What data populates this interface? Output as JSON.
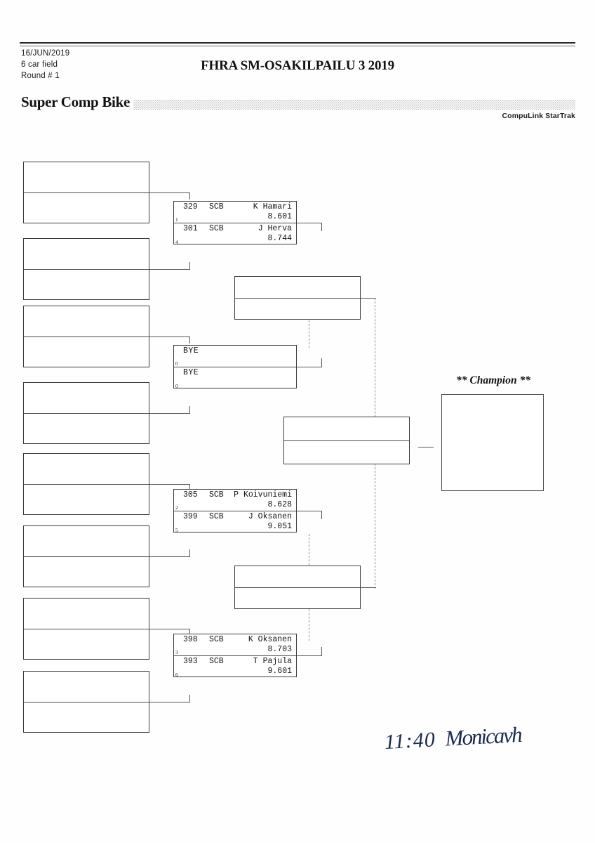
{
  "header": {
    "date": "16/JUN/2019",
    "field": "6 car field",
    "round": "Round # 1",
    "event_title": "FHRA SM-OSAKILPAILU 3 2019",
    "class_title": "Super Comp Bike",
    "vendor": "CompuLink StarTrak"
  },
  "champion": {
    "label": "** Champion **",
    "winner": ""
  },
  "handwriting": {
    "time": "11:40",
    "signature": "Monicavh"
  },
  "results": [
    {
      "id": "pair-1",
      "top": {
        "car": "329",
        "class": "SCB",
        "name": "K Hamari",
        "et": "8.601",
        "lane": "1"
      },
      "bottom": {
        "car": "301",
        "class": "SCB",
        "name": "J Herva",
        "et": "8.744",
        "lane": "4"
      }
    },
    {
      "id": "pair-bye",
      "top": {
        "car": "",
        "class": "",
        "name": "BYE",
        "et": "",
        "lane": "0"
      },
      "bottom": {
        "car": "",
        "class": "",
        "name": "BYE",
        "et": "",
        "lane": "0"
      }
    },
    {
      "id": "pair-2",
      "top": {
        "car": "305",
        "class": "SCB",
        "name": "P Koivuniemi",
        "et": "8.628",
        "lane": "2"
      },
      "bottom": {
        "car": "399",
        "class": "SCB",
        "name": "J Oksanen",
        "et": "9.051",
        "lane": "5"
      }
    },
    {
      "id": "pair-3",
      "top": {
        "car": "398",
        "class": "SCB",
        "name": "K Oksanen",
        "et": "8.703",
        "lane": "3"
      },
      "bottom": {
        "car": "393",
        "class": "SCB",
        "name": "T Pajula",
        "et": "9.601",
        "lane": "6"
      }
    }
  ],
  "round1_slots": [
    {
      "top": "",
      "bottom": ""
    },
    {
      "top": "",
      "bottom": ""
    },
    {
      "top": "",
      "bottom": ""
    },
    {
      "top": "",
      "bottom": ""
    },
    {
      "top": "",
      "bottom": ""
    },
    {
      "top": "",
      "bottom": ""
    },
    {
      "top": "",
      "bottom": ""
    },
    {
      "top": "",
      "bottom": ""
    }
  ],
  "semifinals": [
    {
      "top": "",
      "bottom": ""
    },
    {
      "top": "",
      "bottom": ""
    }
  ],
  "final": {
    "top": "",
    "bottom": ""
  },
  "colors": {
    "ink": "#111111",
    "line": "#3b3b3b",
    "dashed": "#8a8a8a",
    "hatch": "#8c8c8c",
    "handwriting": "#1b2a4a"
  }
}
